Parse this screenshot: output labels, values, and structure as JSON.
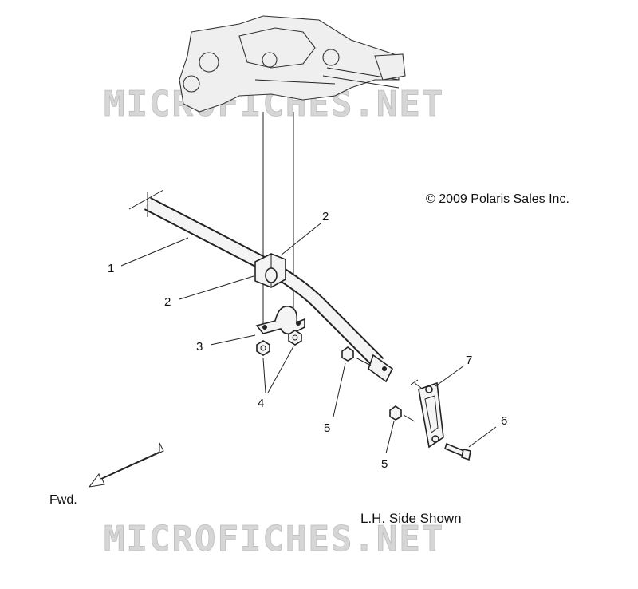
{
  "diagram": {
    "copyright": "© 2009 Polaris Sales Inc.",
    "side_note": "L.H. Side Shown",
    "direction_label": "Fwd.",
    "watermark": "MICROFICHES.NET",
    "callouts": [
      "1",
      "2",
      "2",
      "3",
      "4",
      "5",
      "5",
      "6",
      "7"
    ]
  }
}
